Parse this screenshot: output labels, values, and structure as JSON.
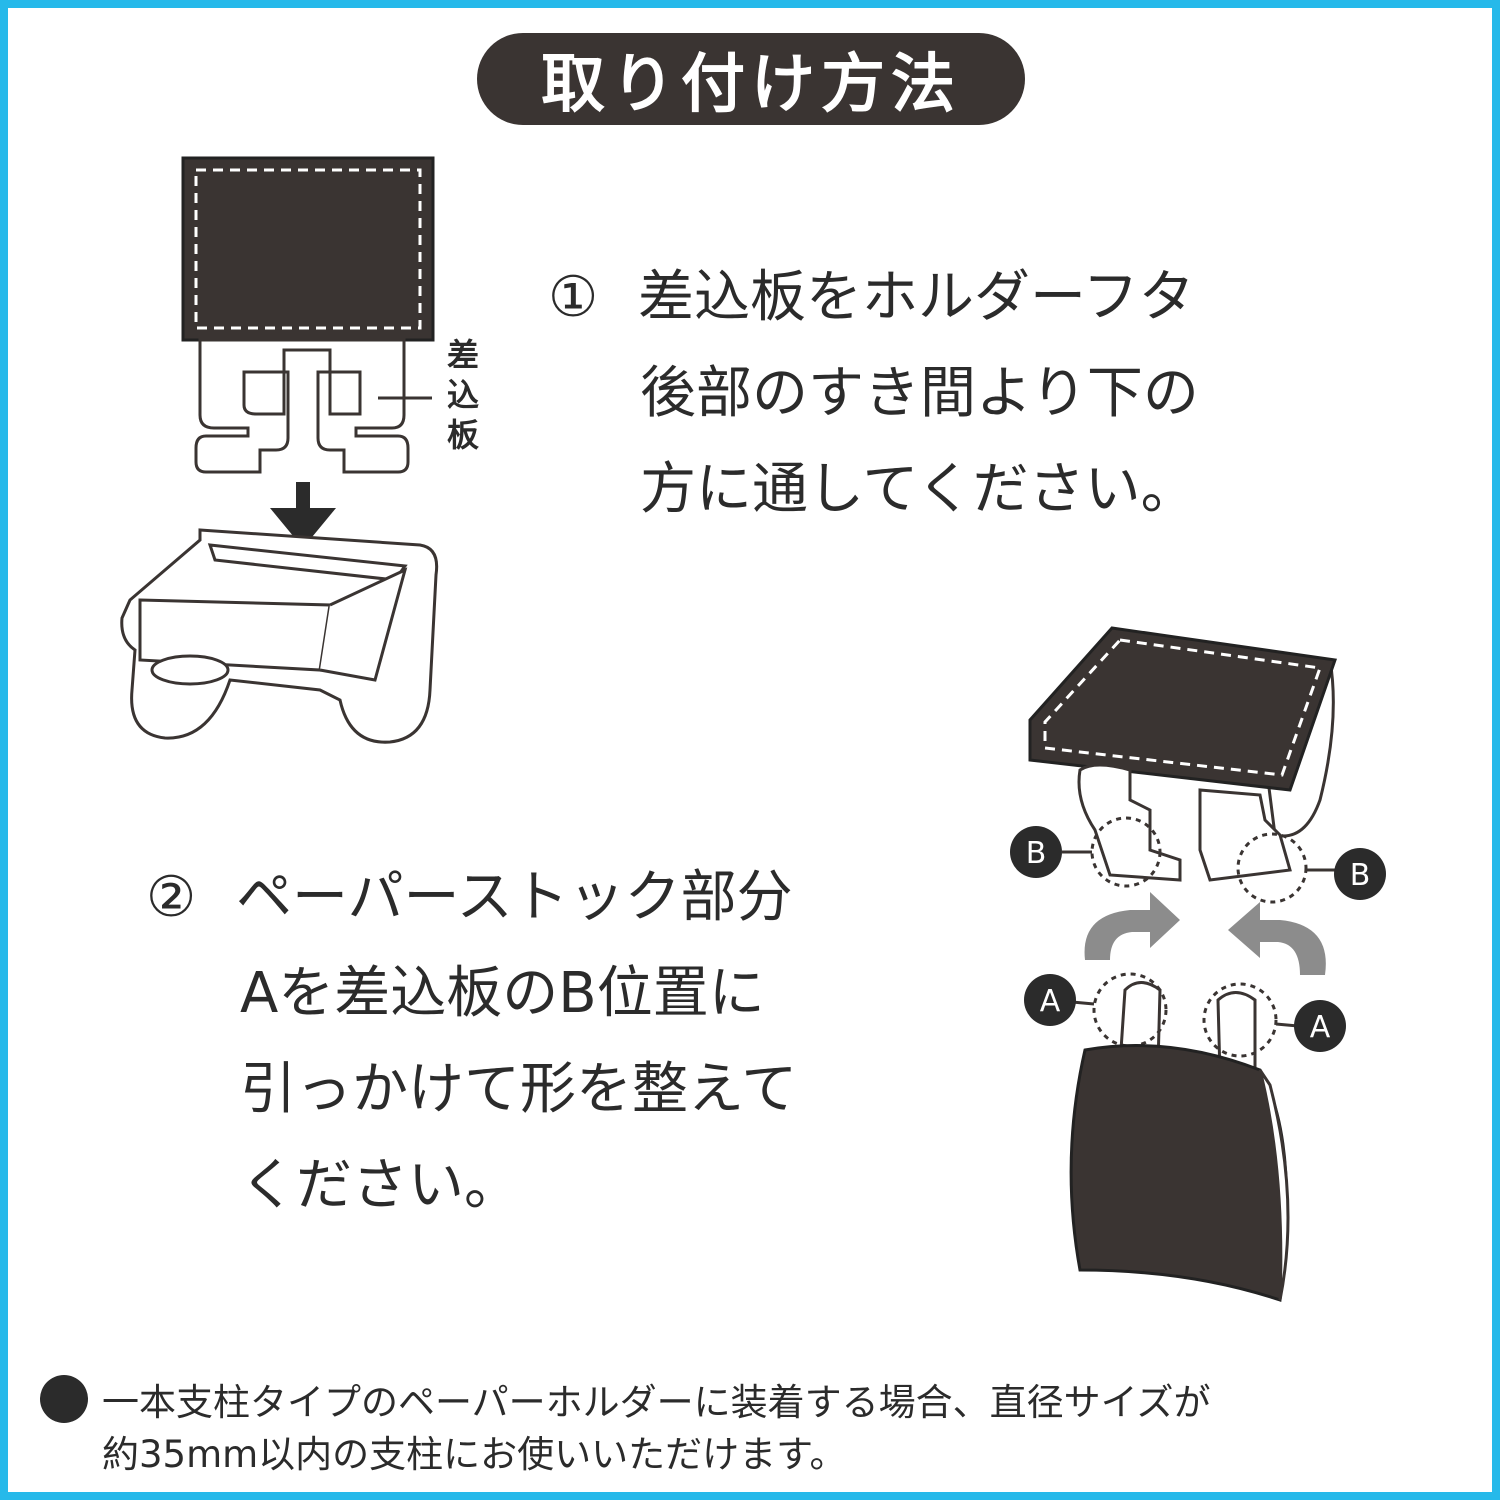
{
  "title": "取り付け方法",
  "step1": {
    "number": "①",
    "lines": [
      "差込板をホルダーフタ",
      "後部のすき間より下の",
      "方に通してください。"
    ],
    "label": [
      "差",
      "込",
      "板"
    ]
  },
  "step2": {
    "number": "②",
    "lines": [
      "ペーパーストック部分",
      "Aを差込板のB位置に",
      "引っかけて形を整えて",
      "ください。"
    ],
    "markers": {
      "a": "A",
      "b": "B"
    }
  },
  "note": {
    "line1": "一本支柱タイプのペーパーホルダーに装着する場合、直径サイズが",
    "line2": "約35mm以内の支柱にお使いいただけます。"
  },
  "colors": {
    "border": "#26b9ea",
    "dark": "#3a3432",
    "arrow_gray": "#8c8c8c"
  }
}
